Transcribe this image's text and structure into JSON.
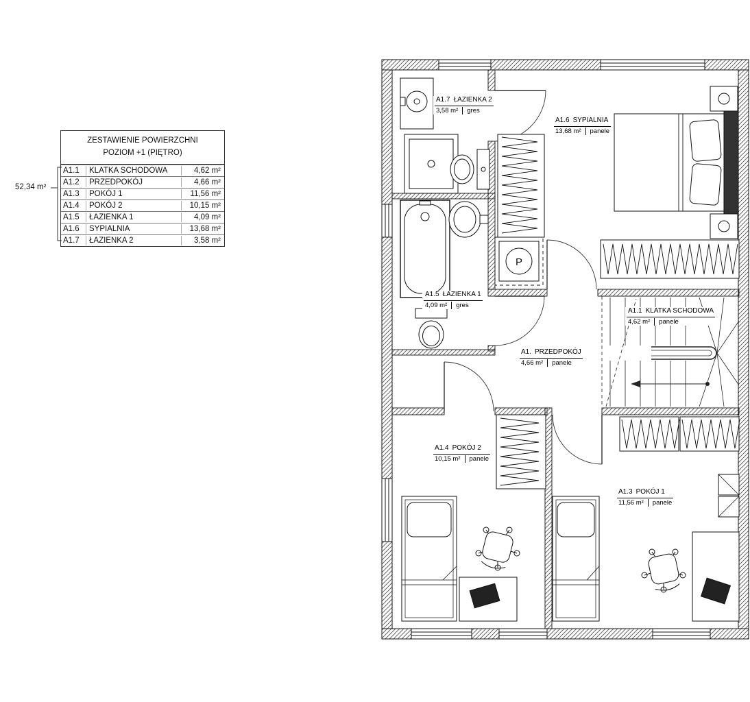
{
  "legend": {
    "title1": "ZESTAWIENIE POWIERZCHNI",
    "title2": "POZIOM +1 (PIĘTRO)",
    "rows": [
      {
        "code": "A1.1",
        "name": "KLATKA SCHODOWA",
        "area": "4,62 m²"
      },
      {
        "code": "A1.2",
        "name": "PRZEDPOKÓJ",
        "area": "4,66 m²"
      },
      {
        "code": "A1.3",
        "name": "POKÓJ 1",
        "area": "11,56 m²"
      },
      {
        "code": "A1.4",
        "name": "POKÓJ 2",
        "area": "10,15 m²"
      },
      {
        "code": "A1.5",
        "name": "ŁAZIENKA 1",
        "area": "4,09 m²"
      },
      {
        "code": "A1.6",
        "name": "SYPIALNIA",
        "area": "13,68 m²"
      },
      {
        "code": "A1.7",
        "name": "ŁAZIENKA 2",
        "area": "3,58 m²"
      }
    ],
    "total_area": "52,34 m²"
  },
  "plan": {
    "rooms": {
      "lazienka2": {
        "code": "A1.7",
        "name": "ŁAZIENKA 2",
        "area": "3,58 m²",
        "floor": "gres"
      },
      "sypialnia": {
        "code": "A1.6",
        "name": "SYPIALNIA",
        "area": "13,68 m²",
        "floor": "panele"
      },
      "lazienka1": {
        "code": "A1.5",
        "name": "ŁAZIENKA 1",
        "area": "4,09 m²",
        "floor": "gres"
      },
      "klatka": {
        "code": "A1.1",
        "name": "KLATKA SCHODOWA",
        "area": "4,62 m²",
        "floor": "panele"
      },
      "przedpokoj": {
        "code": "A1.",
        "name": "PRZEDPOKÓJ",
        "area": "4,66 m²",
        "floor": "panele"
      },
      "pokoj2": {
        "code": "A1.4",
        "name": "POKÓJ 2",
        "area": "10,15 m²",
        "floor": "panele"
      },
      "pokoj1": {
        "code": "A1.3",
        "name": "POKÓJ 1",
        "area": "11,56 m²",
        "floor": "panele"
      }
    },
    "symbols": {
      "p_label": "P"
    }
  }
}
